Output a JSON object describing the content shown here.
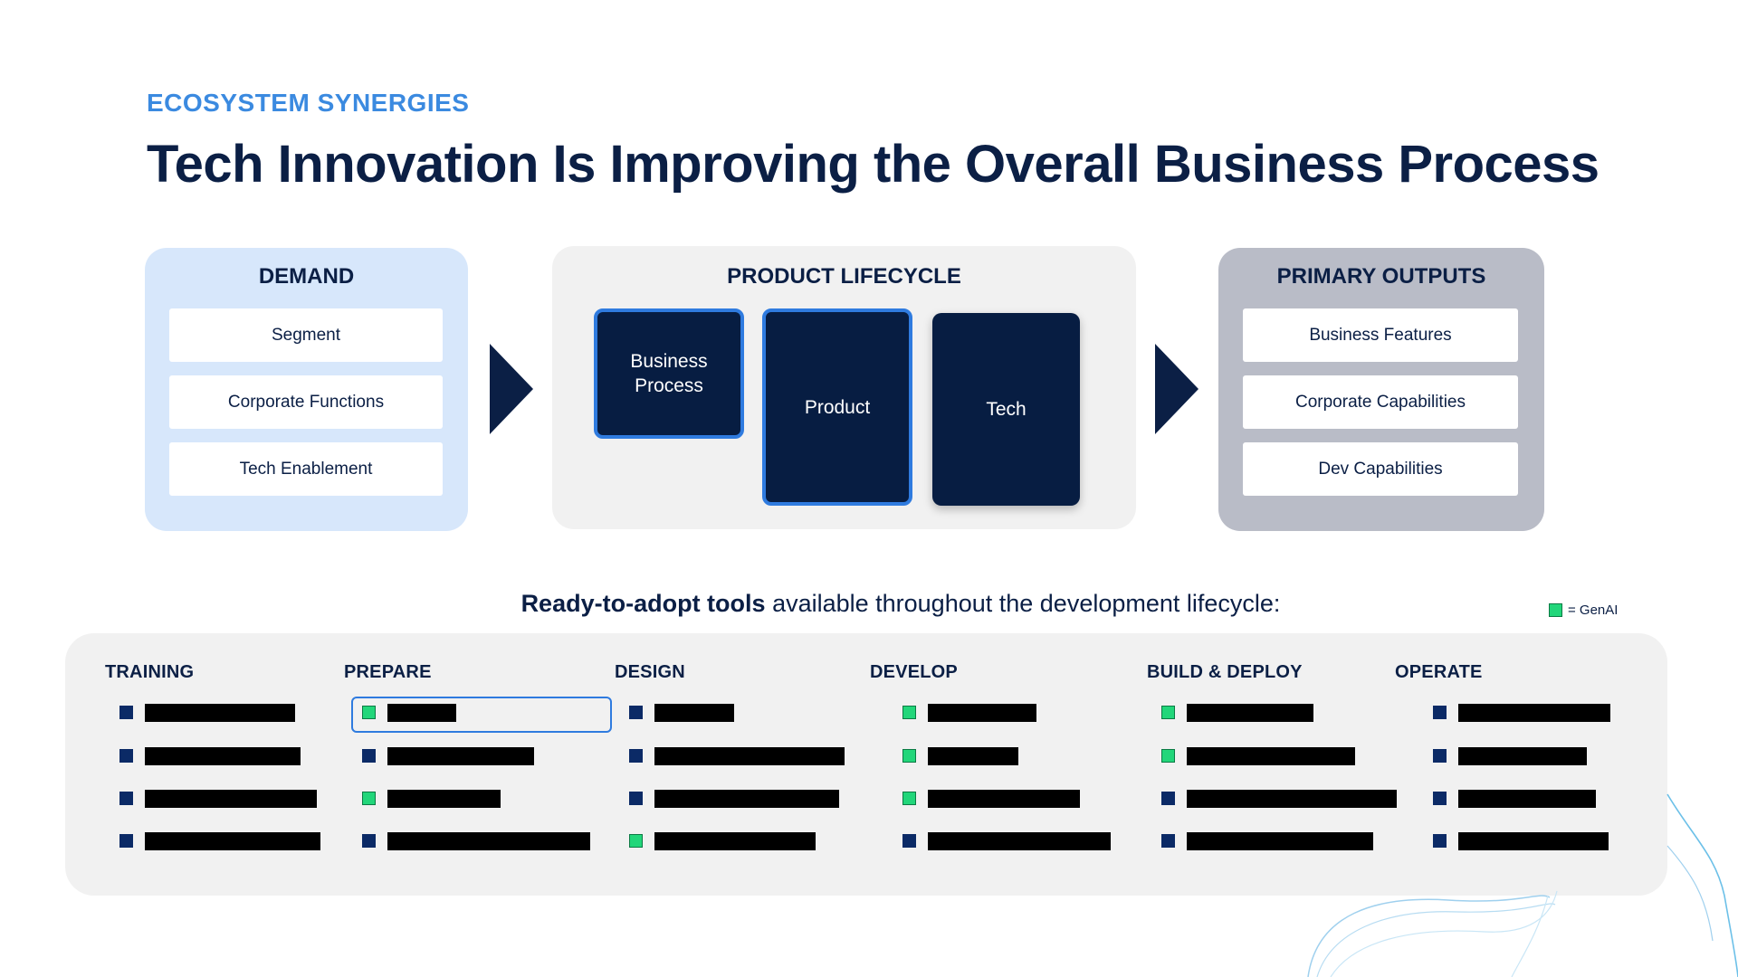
{
  "header": {
    "eyebrow": "ECOSYSTEM SYNERGIES",
    "title": "Tech Innovation Is Improving the Overall Business Process"
  },
  "demand": {
    "title": "DEMAND",
    "items": [
      "Segment",
      "Corporate Functions",
      "Tech Enablement"
    ]
  },
  "lifecycle": {
    "title": "PRODUCT LIFECYCLE",
    "cards": [
      "Business Process",
      "Product",
      "Tech"
    ]
  },
  "outputs": {
    "title": "PRIMARY OUTPUTS",
    "items": [
      "Business Features",
      "Corporate Capabilities",
      "Dev Capabilities"
    ]
  },
  "tools_intro": {
    "bold": "Ready-to-adopt tools",
    "rest": " available throughout the development lifecycle:"
  },
  "legend": {
    "label": "= GenAI",
    "genai_color": "#22d67a"
  },
  "tool_columns": [
    {
      "title": "TRAINING",
      "types": [
        "std",
        "std",
        "std",
        "std"
      ]
    },
    {
      "title": "PREPARE",
      "types": [
        "genai",
        "std",
        "genai",
        "std"
      ]
    },
    {
      "title": "DESIGN",
      "types": [
        "std",
        "std",
        "std",
        "genai"
      ]
    },
    {
      "title": "DEVELOP",
      "types": [
        "genai",
        "genai",
        "genai",
        "std"
      ]
    },
    {
      "title": "BUILD & DEPLOY",
      "types": [
        "genai",
        "genai",
        "std",
        "std"
      ]
    },
    {
      "title": "OPERATE",
      "types": [
        "std",
        "std",
        "std",
        "std"
      ]
    }
  ],
  "colors": {
    "navy": "#0b1f45",
    "accent_blue": "#2f7bdf",
    "eyebrow_blue": "#3b8ae0",
    "demand_bg": "#d7e7fb",
    "lifecycle_bg": "#f1f1f1",
    "outputs_bg": "#b9bcc7"
  }
}
